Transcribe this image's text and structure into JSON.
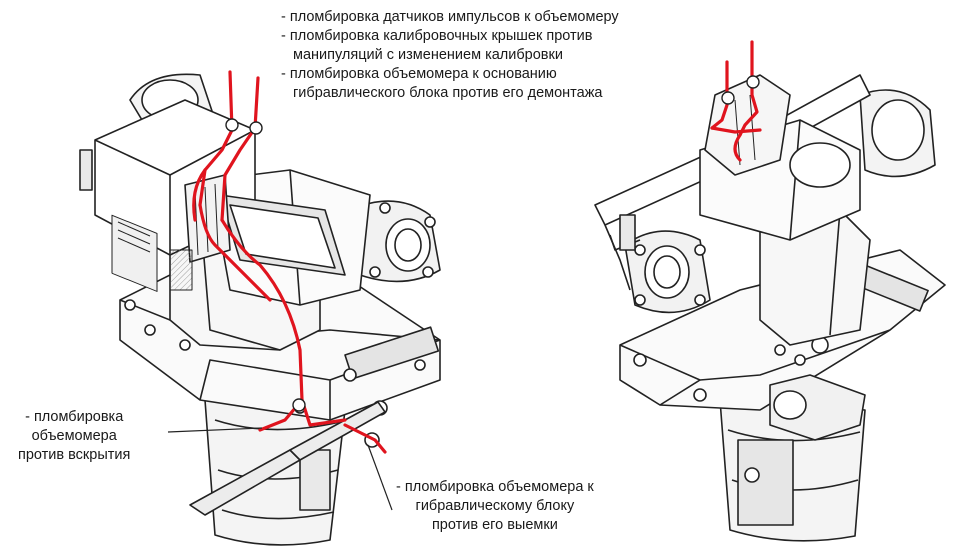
{
  "callouts": {
    "top": [
      "- пломбировка датчиков импульсов к объемомеру",
      "- пломбировка калибровочных крышек против",
      "манипуляций с изменением калибровки",
      "- пломбировка объемомера к основанию",
      "гибравлического блока против его демонтажа"
    ],
    "left": [
      "- пломбировка",
      "объемомера",
      "против вскрытия"
    ],
    "bottom": [
      "- пломбировка объемомера к",
      "гибравлическому блоку",
      "против его выемки"
    ]
  },
  "colors": {
    "seal_wire": "#e0141e",
    "line_art": "#222222",
    "shade": "#d9d9d9"
  }
}
